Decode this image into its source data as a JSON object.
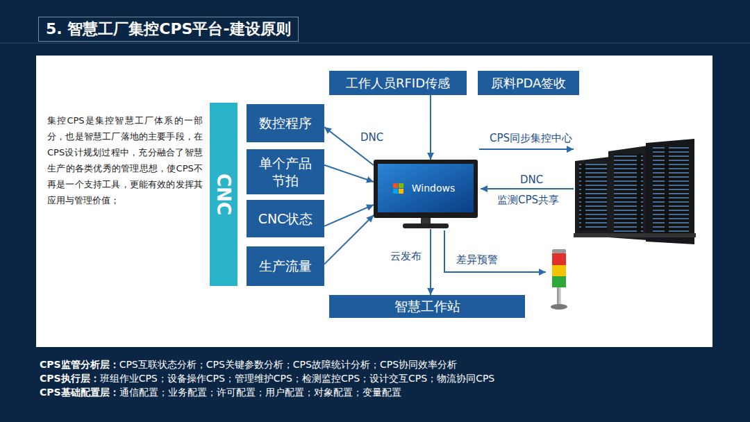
{
  "diagram": {
    "title": "5. 智慧工厂集控CPS平台-建设原则",
    "nodes": [
      {
        "text": [
          "CNC"
        ]
      },
      {
        "text": [
          "工作人员RFID传感"
        ]
      },
      {
        "text": [
          "原料PDA签收"
        ]
      },
      {
        "text": [
          "数控程序"
        ]
      },
      {
        "text": [
          "单个产品 节拍"
        ]
      },
      {
        "text": [
          "CNC状态"
        ]
      },
      {
        "text": [
          "生产流量"
        ]
      },
      {
        "text": [
          "Windows"
        ]
      },
      {
        "text": [
          "智慧工作站"
        ]
      }
    ],
    "edges": [
      {
        "from": 7,
        "to": 3,
        "label": "DNC",
        "arrow": "to"
      },
      {
        "from": 4,
        "to": 7,
        "arrow": "to"
      },
      {
        "from": 5,
        "to": 7,
        "arrow": "to"
      },
      {
        "from": 6,
        "to": 7,
        "arrow": "to"
      },
      {
        "from": 1,
        "to": 7,
        "arrow": "to"
      },
      {
        "from": 7,
        "to": 8,
        "label": "云发布",
        "arrow": "to"
      }
    ],
    "labels": [
      "集控CPS是集控智慧工厂体系的一部分，也是智慧工厂落地的主要手段，在CPS设计规划过程中，充分融合了智慧生产的各类优秀的管理思想，使CPS不再是一个支持工具，更能有效的发挥其应用与管理价值；",
      "CPS同步集控中心",
      "DNC",
      "监测CPS共享",
      "差异预警",
      "CPS监管分析层：",
      "CPS互联状态分析；CPS关键参数分析；CPS故障统计分析；CPS协同效率分析",
      "CPS执行层：",
      "班组作业CPS；设备操作CPS；管理维护CPS；检测监控CPS；设计交互CPS；物流协同CPS",
      "CPS基础配置层：",
      "通信配置；业务配置；许可配置；用户配置；对象配置；变量配置"
    ]
  }
}
